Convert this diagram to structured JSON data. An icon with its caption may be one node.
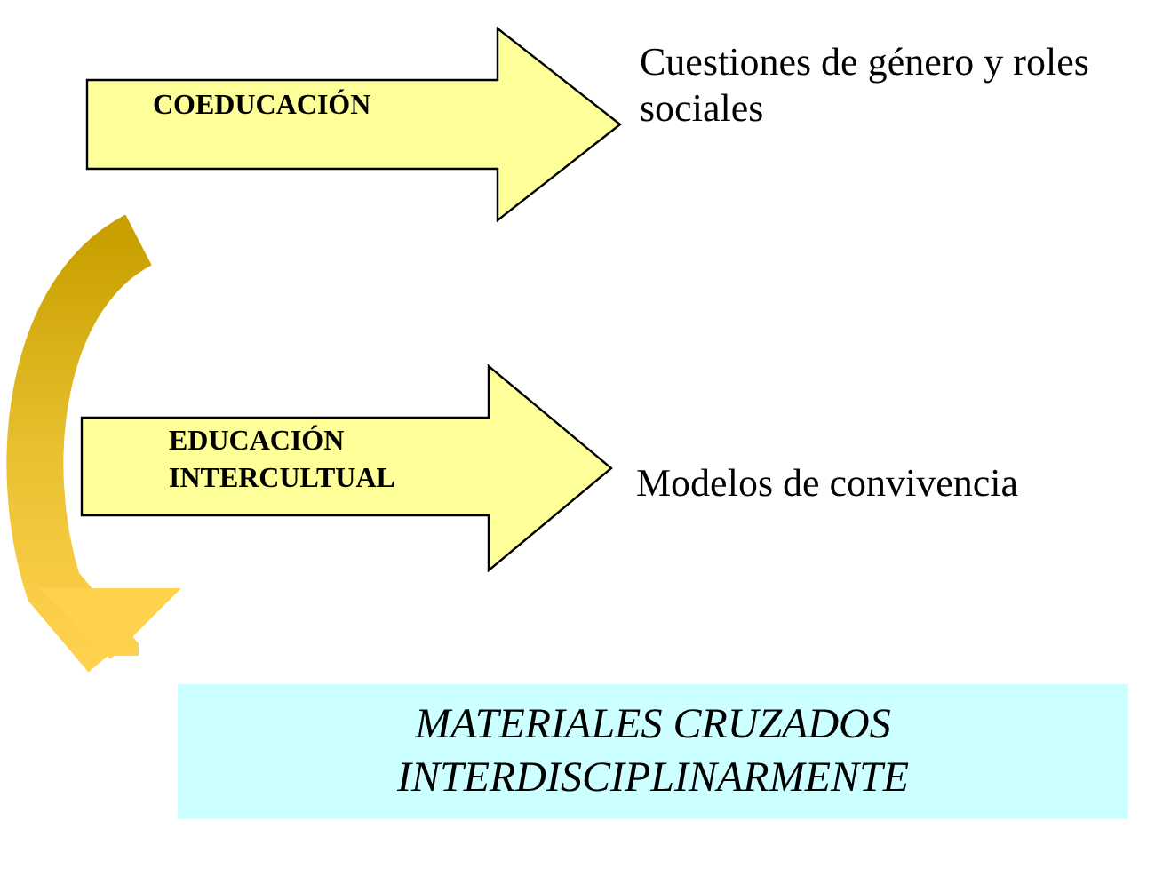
{
  "diagram": {
    "nodes": [
      {
        "text": [
          "COEDUCACIÓN"
        ]
      },
      {
        "text": [
          "Cuestiones de género y roles sociales"
        ]
      },
      {
        "text": [
          "EDUCACIÓN INTERCULTUAL"
        ]
      },
      {
        "text": [
          "Modelos de convivencia"
        ]
      },
      {
        "text": [
          "MATERIALES CRUZADOS INTERDISCIPLINARMENTE"
        ]
      }
    ],
    "edges": [
      {
        "from": null,
        "to": 4,
        "arrow": "to",
        "style": "thick"
      }
    ]
  }
}
